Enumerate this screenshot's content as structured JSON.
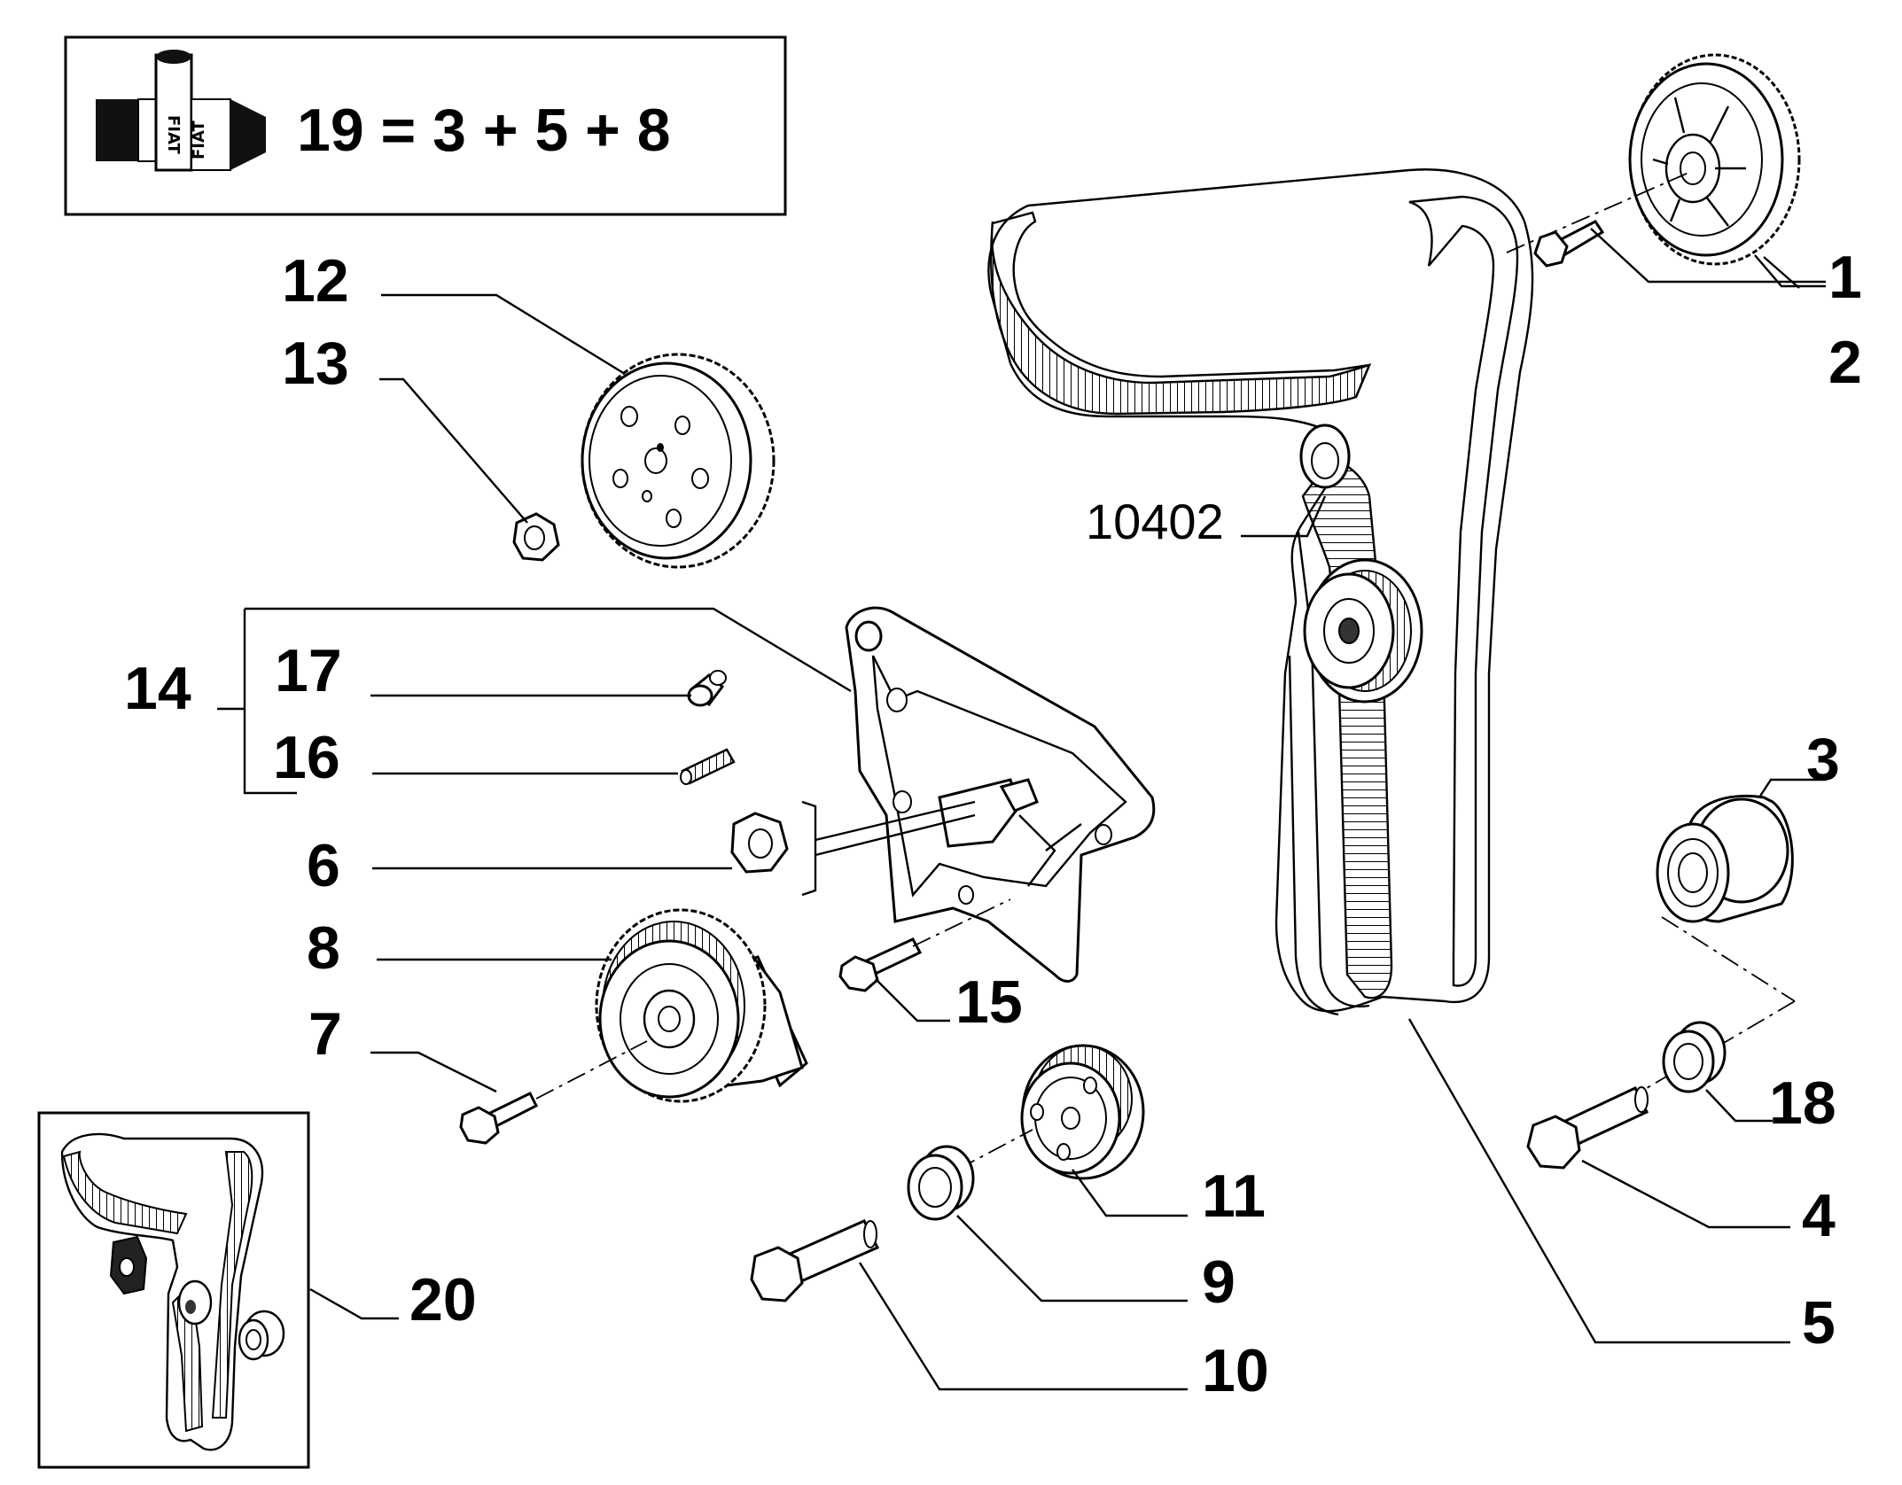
{
  "formula": {
    "text": "19 = 3 + 5 + 8"
  },
  "logo": {
    "text_upper": "FIAT",
    "text_lower": "FIAT"
  },
  "belt_code": "10402",
  "labels": {
    "p1": "1",
    "p2": "2",
    "p3": "3",
    "p4": "4",
    "p5": "5",
    "p6": "6",
    "p7": "7",
    "p8": "8",
    "p9": "9",
    "p10": "10",
    "p11": "11",
    "p12": "12",
    "p13": "13",
    "p14": "14",
    "p15": "15",
    "p16": "16",
    "p17": "17",
    "p18": "18",
    "p20": "20"
  }
}
